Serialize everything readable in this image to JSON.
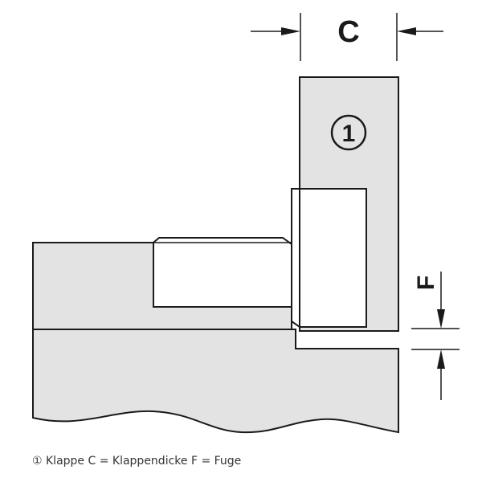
{
  "labels": {
    "c": "C",
    "f": "F",
    "part_number": "1"
  },
  "caption": "① Klappe C = Klappendicke F = Fuge",
  "colors": {
    "panel_fill": "#e3e3e3",
    "line": "#1a1a1a",
    "background": "#ffffff"
  }
}
